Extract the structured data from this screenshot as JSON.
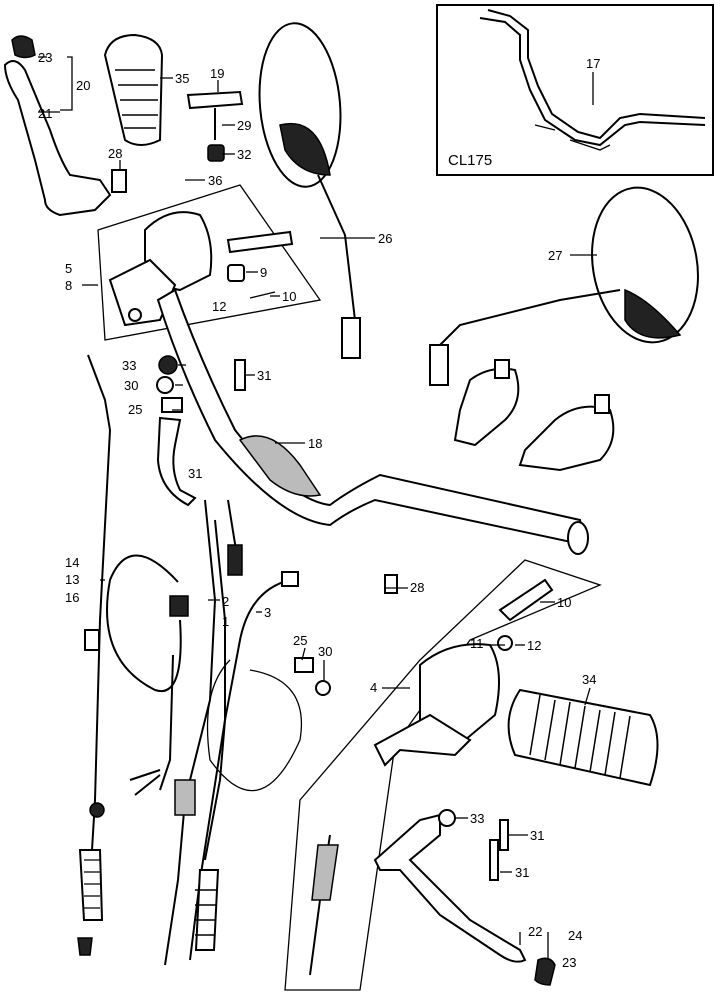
{
  "inset": {
    "model_label": "CL175",
    "part_number": "17"
  },
  "callouts": {
    "c1": "1",
    "c2": "2",
    "c3": "3",
    "c4": "4",
    "c5": "5",
    "c8": "8",
    "c9": "9",
    "c10a": "10",
    "c10b": "10",
    "c11": "11",
    "c12a": "12",
    "c12b": "12",
    "c13": "13",
    "c14": "14",
    "c16": "16",
    "c18": "18",
    "c19": "19",
    "c20": "20",
    "c21": "21",
    "c22": "22",
    "c23a": "23",
    "c23b": "23",
    "c24": "24",
    "c25a": "25",
    "c25b": "25",
    "c26": "26",
    "c27": "27",
    "c28a": "28",
    "c28b": "28",
    "c29": "29",
    "c30a": "30",
    "c30b": "30",
    "c31a": "31",
    "c31b": "31",
    "c31c": "31",
    "c31d": "31",
    "c32": "32",
    "c33a": "33",
    "c33b": "33",
    "c34": "34",
    "c35": "35",
    "c36": "36"
  }
}
